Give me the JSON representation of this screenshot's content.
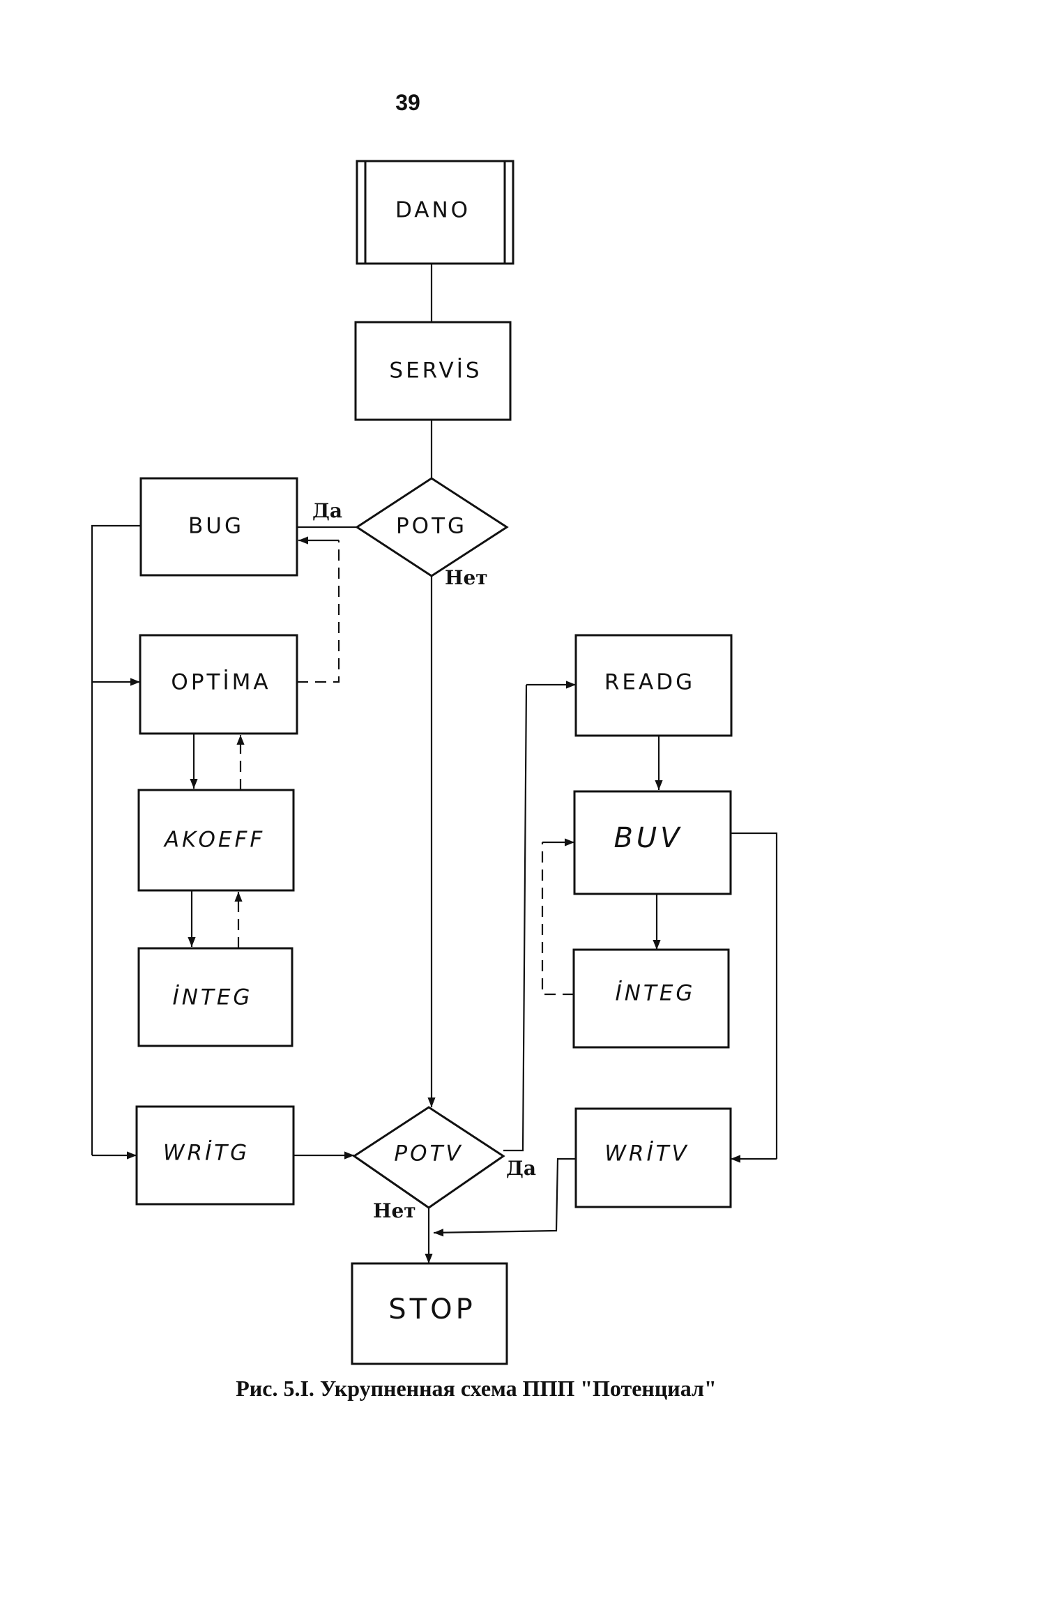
{
  "page_number": "39",
  "nodes": {
    "dano": "DANO",
    "servis": "SERVİS",
    "potg": "POTG",
    "bug": "BUG",
    "optima": "OPTİMA",
    "akoeff": "AKOEFF",
    "integ_left": "İNTEG",
    "writg": "WRİTG",
    "potv": "POTV",
    "stop": "STOP",
    "readg": "READG",
    "buv": "BUV",
    "integ_right": "İNTEG",
    "writv": "WRİTV"
  },
  "branch_labels": {
    "potg_yes": "Да",
    "potg_no": "Нет",
    "potv_yes": "Да",
    "potv_no": "Нет"
  },
  "caption": "Рис. 5.I. Укрупненная схема ППП \"Потенциал\""
}
